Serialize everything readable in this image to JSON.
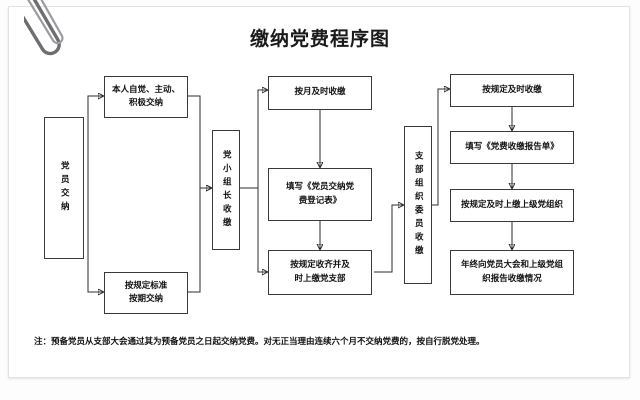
{
  "document": {
    "title": "缴纳党费程序图",
    "note": "注：预备党员从支部大会通过其为预备党员之日起交纳党费。对无正当理由连续六个月不交纳党费的，按自行脱党处理。"
  },
  "colors": {
    "page_background": "#fdfdfd",
    "card_background": "#ffffff",
    "card_border": "#e2e2e2",
    "box_border": "#3a3a3a",
    "connector": "#2e2e2e",
    "text": "#111111"
  },
  "chart_data": {
    "type": "flowchart",
    "title": "缴纳党费程序图",
    "orientation": "left-to-right",
    "columns": [
      {
        "id": "col1",
        "nodes": [
          "n1"
        ]
      },
      {
        "id": "col2",
        "nodes": [
          "n2",
          "n3"
        ]
      },
      {
        "id": "col3",
        "nodes": [
          "n4"
        ]
      },
      {
        "id": "col4",
        "nodes": [
          "n5",
          "n6",
          "n7"
        ]
      },
      {
        "id": "col5",
        "nodes": [
          "n8"
        ]
      },
      {
        "id": "col6",
        "nodes": [
          "n9",
          "n10",
          "n11",
          "n12"
        ]
      }
    ],
    "nodes": [
      {
        "id": "n1",
        "label": "党员交纳",
        "orientation": "vertical"
      },
      {
        "id": "n2",
        "label": "本人自觉、主动、\n积极交纳",
        "orientation": "horizontal"
      },
      {
        "id": "n3",
        "label": "按规定标准\n按期交纳",
        "orientation": "horizontal"
      },
      {
        "id": "n4",
        "label": "党小组长收缴",
        "orientation": "vertical"
      },
      {
        "id": "n5",
        "label": "按月及时收缴",
        "orientation": "horizontal"
      },
      {
        "id": "n6",
        "label": "填写《党员交纳党\n费登记表》",
        "orientation": "horizontal"
      },
      {
        "id": "n7",
        "label": "按规定收齐并及\n时上缴党支部",
        "orientation": "horizontal"
      },
      {
        "id": "n8",
        "label": "支部组织委员收缴",
        "orientation": "vertical"
      },
      {
        "id": "n9",
        "label": "按规定及时收缴",
        "orientation": "horizontal"
      },
      {
        "id": "n10",
        "label": "填写《党费收缴报告单》",
        "orientation": "horizontal"
      },
      {
        "id": "n11",
        "label": "按规定及时上缴上级党组织",
        "orientation": "horizontal"
      },
      {
        "id": "n12",
        "label": "年终向党员大会和上级党组\n织报告收缴情况",
        "orientation": "horizontal"
      }
    ],
    "edges": [
      {
        "from": "n1",
        "to": "n2"
      },
      {
        "from": "n1",
        "to": "n3"
      },
      {
        "from": "n2",
        "to": "n4"
      },
      {
        "from": "n3",
        "to": "n4"
      },
      {
        "from": "n4",
        "to": "n5"
      },
      {
        "from": "n5",
        "to": "n6"
      },
      {
        "from": "n6",
        "to": "n7"
      },
      {
        "from": "n4",
        "to": "n7"
      },
      {
        "from": "n7",
        "to": "n8"
      },
      {
        "from": "n8",
        "to": "n9"
      },
      {
        "from": "n9",
        "to": "n10"
      },
      {
        "from": "n10",
        "to": "n11"
      },
      {
        "from": "n11",
        "to": "n12"
      }
    ]
  }
}
